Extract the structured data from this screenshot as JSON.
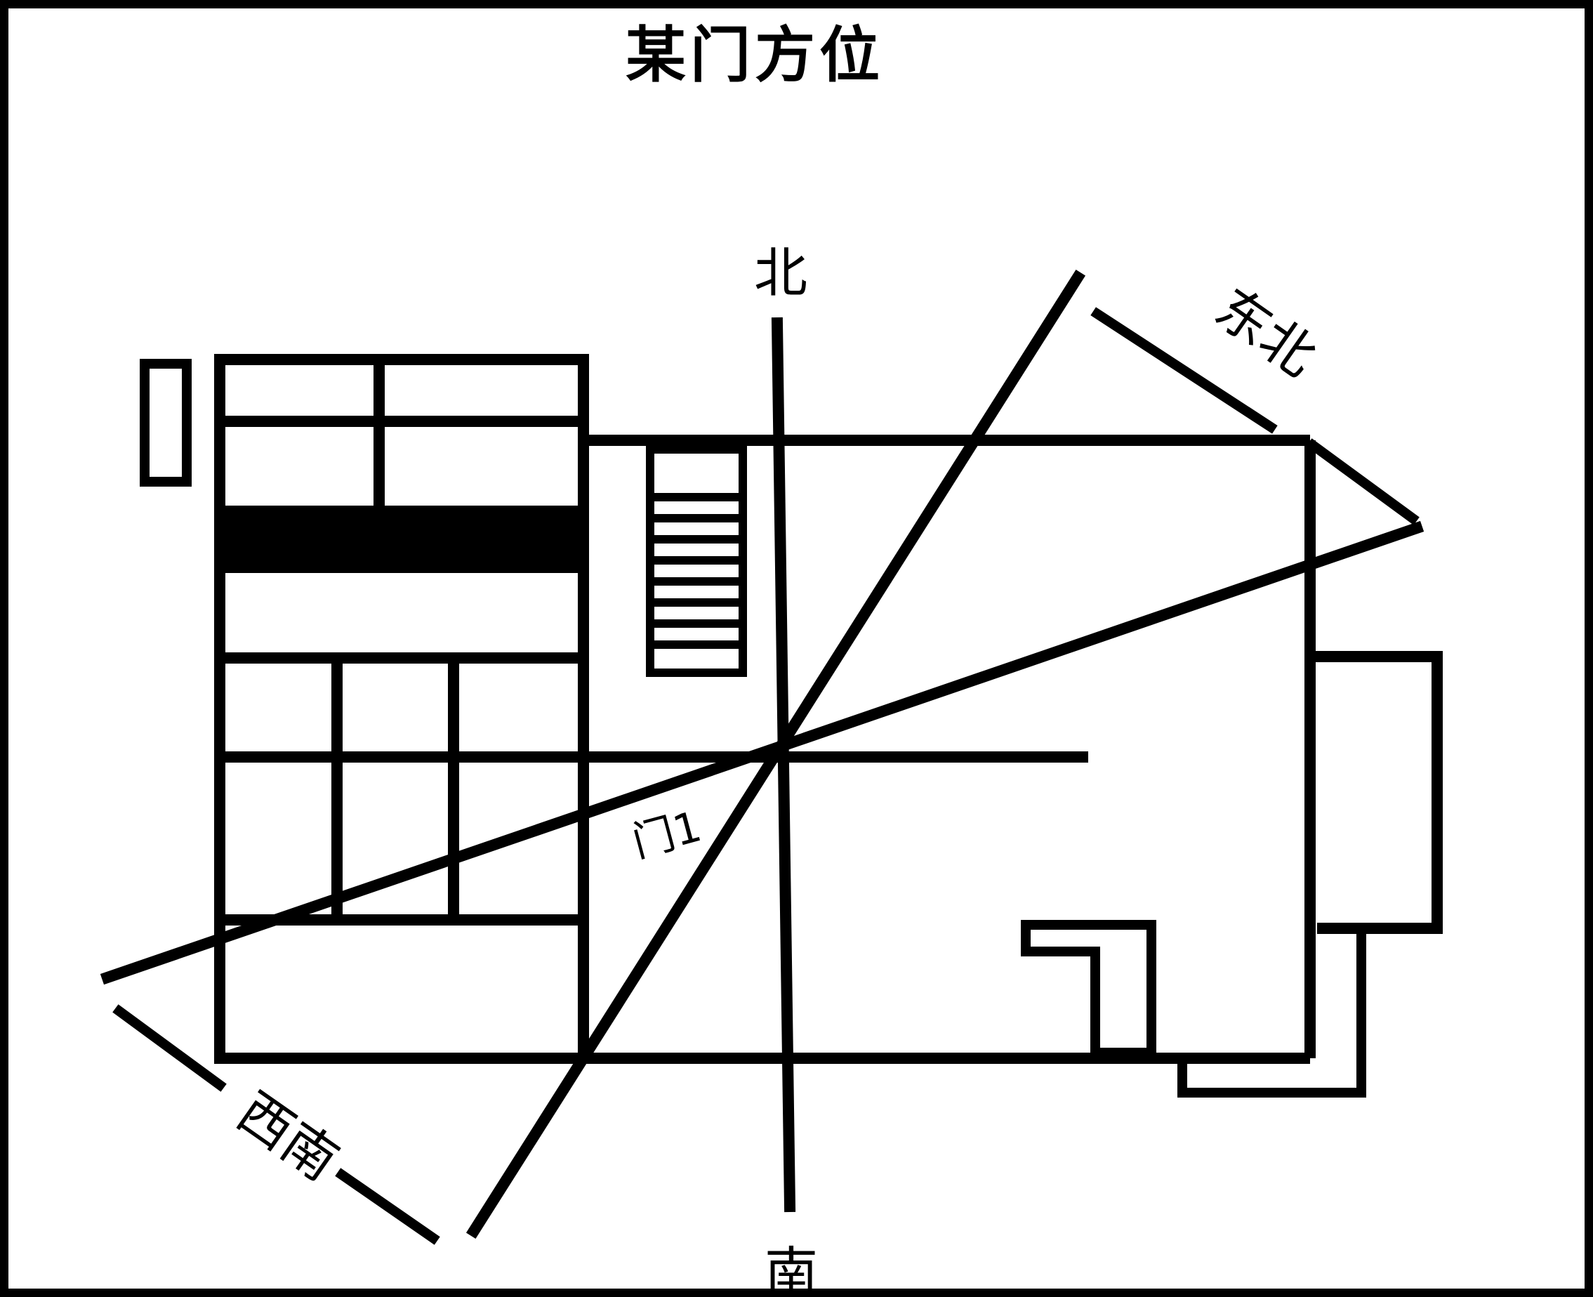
{
  "title": "某门方位",
  "directions": {
    "north": "北",
    "south": "南",
    "northeast": "东北",
    "southwest": "西南"
  },
  "door_label": "门1",
  "colors": {
    "ink": "#000000",
    "background": "#ffffff"
  }
}
